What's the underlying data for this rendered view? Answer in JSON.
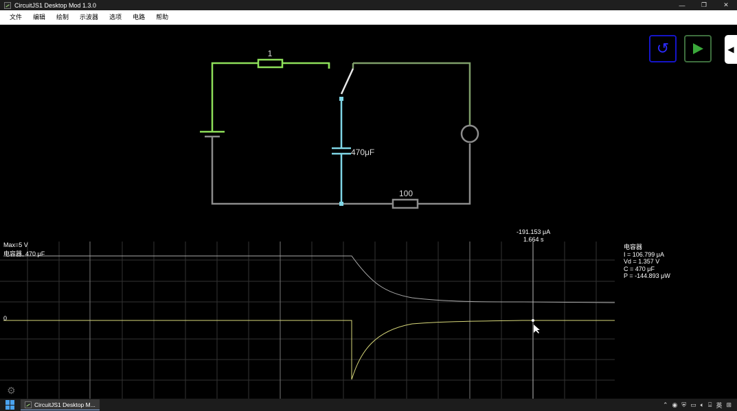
{
  "window": {
    "title": "CircuitJS1 Desktop Mod 1.3.0",
    "minimize": "—",
    "maximize": "❐",
    "close": "✕"
  },
  "menu": [
    "文件",
    "编辑",
    "绘制",
    "示波器",
    "选项",
    "电路",
    "帮助"
  ],
  "circuit": {
    "resistor_top_label": "1",
    "capacitor_label": "470μF",
    "resistor_bottom_label": "100",
    "colors": {
      "live": "#8ee05a",
      "cap": "#7fd6e6",
      "ground": "#8c8c8c",
      "right": "#7e9e6a"
    }
  },
  "controls": {
    "reset_icon": "reset-icon",
    "reset_glyph": "↺",
    "run_icon": "play-icon",
    "side_glyph": "◀"
  },
  "scope": {
    "max_label": "Max=5 V",
    "element_label": "电容器, 470 μF",
    "zero_label": "0",
    "cursor_value": "-191.153 μA",
    "cursor_time": "1.664 s",
    "info": {
      "title": "电容器",
      "current": "I = 106.799 μA",
      "voltage": "Vd = 1.357 V",
      "capacitance": "C = 470 μF",
      "power": "P = -144.893 μW"
    }
  },
  "taskbar": {
    "task_label": "CircuitJS1 Desktop M...",
    "tray_lang": "英"
  }
}
